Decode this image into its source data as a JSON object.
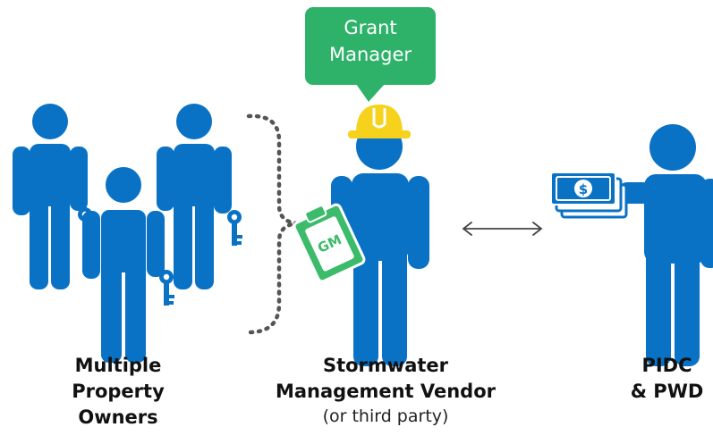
{
  "colors": {
    "person": "#0a72c5",
    "bubble": "#2eb26a",
    "clipboard": "#3cbb6a",
    "hardhat": "#f7d21c",
    "money": "#0a72c5",
    "bracket": "#555555",
    "arrow": "#444444"
  },
  "bubble": {
    "line1": "Grant",
    "line2": "Manager"
  },
  "clipboard": {
    "text": "GM"
  },
  "money": {
    "symbol": "$"
  },
  "groups": {
    "owners": {
      "line1": "Multiple",
      "line2": "Property",
      "line3": "Owners"
    },
    "vendor": {
      "line1": "Stormwater",
      "line2": "Management Vendor",
      "sub": "(or third party)"
    },
    "pidc": {
      "line1": "PIDC",
      "line2": "& PWD"
    }
  },
  "icons": [
    "person-icon",
    "key-icon",
    "hardhat-icon",
    "clipboard-icon",
    "money-icon",
    "double-arrow-icon",
    "bracket-icon"
  ]
}
